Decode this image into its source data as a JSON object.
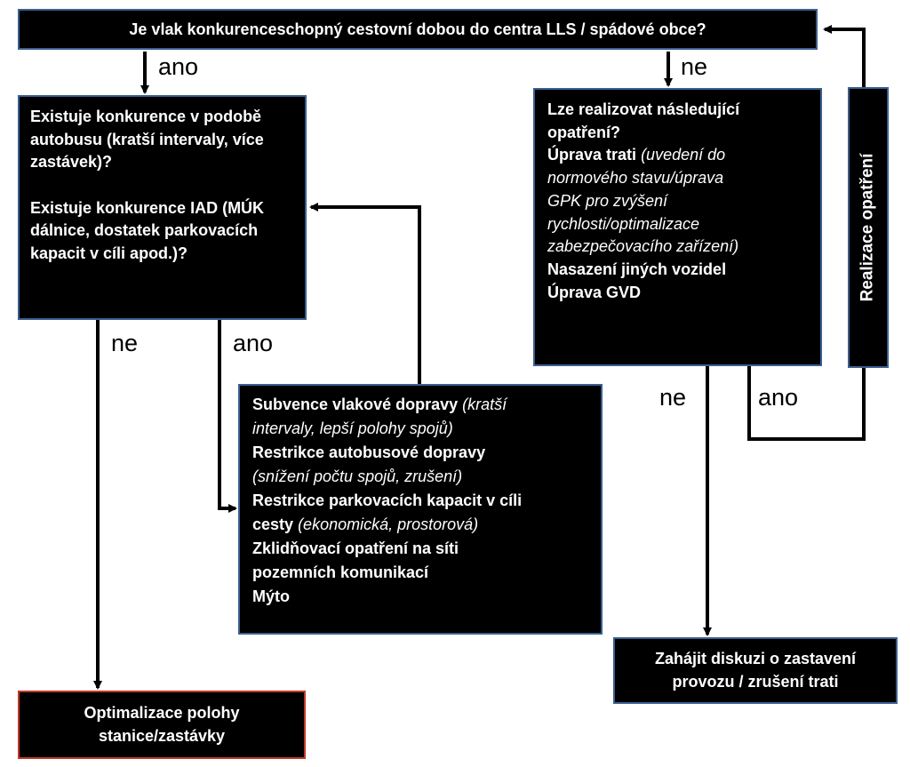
{
  "top": {
    "question": "Je vlak konkurenceschopný cestovní dobou do centra LLS / spádové obce?"
  },
  "competition": {
    "q_bus": "Existuje konkurence v podobě autobusu (kratší intervaly, více zastávek)?",
    "q_car": "Existuje konkurence IAD (MÚK dálnice, dostatek parkovacích kapacit v cíli apod.)?"
  },
  "measures": {
    "line1": "Lze realizovat následující",
    "line2": "opatření?",
    "track_bold": "Úprava trati",
    "track_it1": "(uvedení do",
    "track_it2": "normového stavu/úprava",
    "track_it3": "GPK pro zvýšení",
    "track_it4": "rychlosti/optimalizace",
    "track_it5": "zabezpečovacího zařízení)",
    "vehicles": "Nasazení jiných vozidel",
    "timetable": "Úprava GVD"
  },
  "realization": {
    "label": "Realizace opatření"
  },
  "subsidy": {
    "l1_bold": "Subvence vlakové dopravy",
    "l1_it": "(kratší",
    "l2_it": "intervaly, lepší polohy spojů)",
    "l3_bold": "Restrikce autobusové dopravy",
    "l4_it": "(snížení počtu spojů, zrušení)",
    "l5_bold": "Restrikce  parkovacích kapacit v cíli",
    "l6_bold": "cesty",
    "l6_it": "(ekonomická, prostorová)",
    "l7_bold": "Zklidňovací opatření na  síti",
    "l8_bold": "pozemních komunikací",
    "l9_bold": "Mýto"
  },
  "discussion": {
    "text": "Zahájit diskuzi o zastavení provozu / zrušení trati"
  },
  "optimization": {
    "text": "Optimalizace  polohy stanice/zastávky"
  },
  "labels": {
    "yes": "ano",
    "no": "ne"
  },
  "colors": {
    "box_fill": "#000000",
    "box_border": "#3a5f8f",
    "final_border": "#c0392b"
  }
}
